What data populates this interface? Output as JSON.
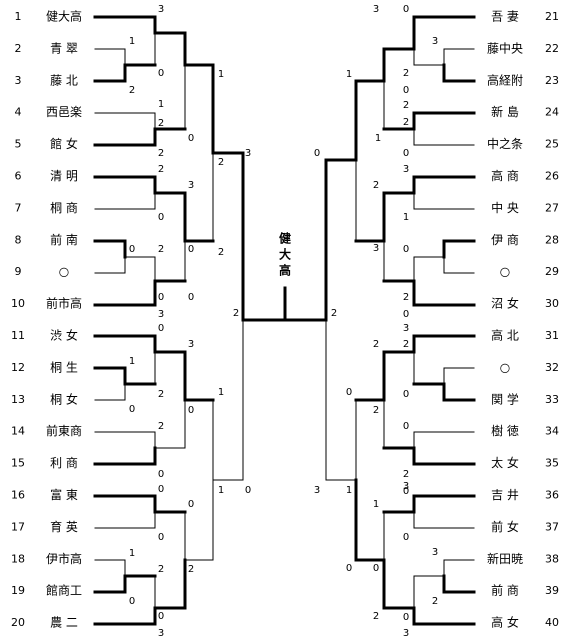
{
  "tournament": {
    "champion_chars": [
      "健",
      "大",
      "高"
    ],
    "left_teams": [
      {
        "seed": "1",
        "name": "健大高"
      },
      {
        "seed": "2",
        "name": "青 翠"
      },
      {
        "seed": "3",
        "name": "藤 北"
      },
      {
        "seed": "4",
        "name": "西邑楽"
      },
      {
        "seed": "5",
        "name": "館 女"
      },
      {
        "seed": "6",
        "name": "清 明"
      },
      {
        "seed": "7",
        "name": "桐 商"
      },
      {
        "seed": "8",
        "name": "前 南"
      },
      {
        "seed": "9",
        "name": "○"
      },
      {
        "seed": "10",
        "name": "前市高"
      },
      {
        "seed": "11",
        "name": "渋 女"
      },
      {
        "seed": "12",
        "name": "桐 生"
      },
      {
        "seed": "13",
        "name": "桐 女"
      },
      {
        "seed": "14",
        "name": "前東商"
      },
      {
        "seed": "15",
        "name": "利 商"
      },
      {
        "seed": "16",
        "name": "富 東"
      },
      {
        "seed": "17",
        "name": "育 英"
      },
      {
        "seed": "18",
        "name": "伊市高"
      },
      {
        "seed": "19",
        "name": "館商工"
      },
      {
        "seed": "20",
        "name": "農 二"
      }
    ],
    "right_teams": [
      {
        "seed": "21",
        "name": "吾 妻"
      },
      {
        "seed": "22",
        "name": "藤中央"
      },
      {
        "seed": "23",
        "name": "高経附"
      },
      {
        "seed": "24",
        "name": "新 島"
      },
      {
        "seed": "25",
        "name": "中之条"
      },
      {
        "seed": "26",
        "name": "高 商"
      },
      {
        "seed": "27",
        "name": "中 央"
      },
      {
        "seed": "28",
        "name": "伊 商"
      },
      {
        "seed": "29",
        "name": "○"
      },
      {
        "seed": "30",
        "name": "沼 女"
      },
      {
        "seed": "31",
        "name": "高 北"
      },
      {
        "seed": "32",
        "name": "○"
      },
      {
        "seed": "33",
        "name": "関 学"
      },
      {
        "seed": "34",
        "name": "樹 徳"
      },
      {
        "seed": "35",
        "name": "太 女"
      },
      {
        "seed": "36",
        "name": "吉 井"
      },
      {
        "seed": "37",
        "name": "前 女"
      },
      {
        "seed": "38",
        "name": "新田暁"
      },
      {
        "seed": "39",
        "name": "前 商"
      },
      {
        "seed": "40",
        "name": "高 女"
      }
    ],
    "scores": [
      "3",
      "1",
      "0",
      "2",
      "2",
      "1",
      "0",
      "2",
      "2",
      "0",
      "3",
      "0",
      "2",
      "0",
      "0",
      "0",
      "1",
      "2",
      "3",
      "2",
      "0",
      "1",
      "2",
      "0",
      "2",
      "0",
      "3",
      "0",
      "0",
      "0",
      "1",
      "2",
      "0",
      "0",
      "3",
      "0",
      "2",
      "1",
      "1",
      "2",
      "0",
      "2",
      "0",
      "3",
      "2",
      "0",
      "2",
      "2",
      "0",
      "3",
      "1",
      "0",
      "3",
      "2",
      "0",
      "2",
      "1",
      "0",
      "1",
      "3",
      "2",
      "0",
      "0",
      "2",
      "2",
      "0",
      "0",
      "0",
      "3",
      "2",
      "0",
      "1",
      "1",
      "3",
      "0",
      "0",
      "2",
      "3",
      "2",
      "3",
      "3",
      "3"
    ],
    "colors": {
      "line": "#000000",
      "background": "#ffffff"
    }
  }
}
